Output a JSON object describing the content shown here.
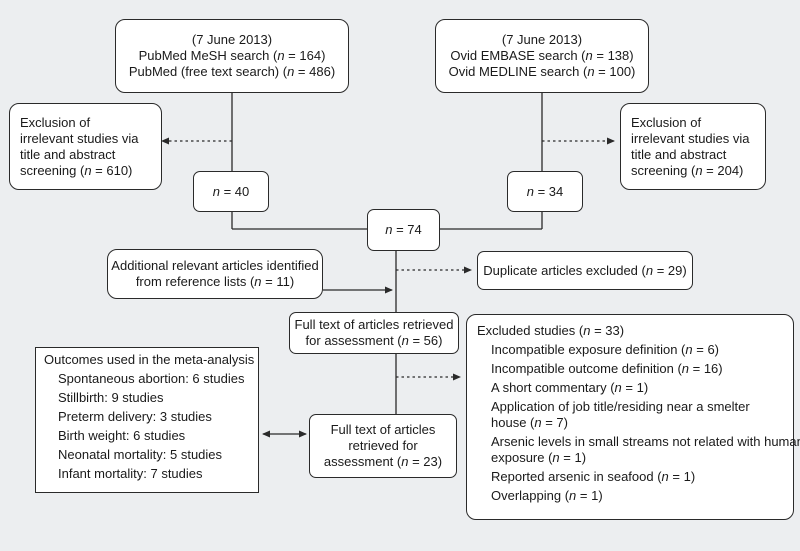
{
  "nodes": {
    "pubmed": {
      "date": "(7 June 2013)",
      "line1": {
        "pre": "PubMed MeSH search (",
        "n": "n",
        "post": " = 164)"
      },
      "line2": {
        "pre": "PubMed (free text search) (",
        "n": "n",
        "post": " = 486)"
      }
    },
    "ovid": {
      "date": "(7 June 2013)",
      "line1": {
        "pre": "Ovid EMBASE search (",
        "n": "n",
        "post": " = 138)"
      },
      "line2": {
        "pre": "Ovid MEDLINE search (",
        "n": "n",
        "post": " = 100)"
      }
    },
    "excl_left": {
      "l1": "Exclusion of",
      "l2": "irrelevant studies via",
      "l3": "title and abstract",
      "l4": {
        "pre": "screening (",
        "n": "n",
        "post": " = 610)"
      }
    },
    "excl_right": {
      "l1": "Exclusion of",
      "l2": "irrelevant studies via",
      "l3": "title and abstract",
      "l4": {
        "pre": "screening (",
        "n": "n",
        "post": " = 204)"
      }
    },
    "n40": {
      "n": "n",
      "post": " = 40"
    },
    "n34": {
      "n": "n",
      "post": " = 34"
    },
    "n74": {
      "n": "n",
      "post": " = 74"
    },
    "additional": {
      "l1": "Additional relevant articles identified",
      "l2": {
        "pre": "from reference lists (",
        "n": "n",
        "post": " = 11)"
      }
    },
    "duplicates": {
      "pre": "Duplicate articles excluded (",
      "n": "n",
      "post": " = 29)"
    },
    "fulltext56": {
      "l1": "Full text of articles retrieved",
      "l2": {
        "pre": "for assessment (",
        "n": "n",
        "post": " = 56)"
      }
    },
    "excluded": {
      "title": {
        "pre": "Excluded studies (",
        "n": "n",
        "post": " = 33)"
      },
      "items": [
        {
          "pre": "Incompatible exposure definition (",
          "n": "n",
          "post": " = 6)"
        },
        {
          "pre": "Incompatible outcome definition (",
          "n": "n",
          "post": " = 16)"
        },
        {
          "pre": "A short commentary (",
          "n": "n",
          "post": " = 1)"
        },
        {
          "pre": "Application of job title/residing near a smelter",
          "n": "",
          "post": ""
        },
        {
          "pre": "house (",
          "n": "n",
          "post": " = 7)"
        },
        {
          "pre": "Arsenic levels in small streams not related with human",
          "n": "",
          "post": ""
        },
        {
          "pre": "exposure (",
          "n": "n",
          "post": " = 1)"
        },
        {
          "pre": "Reported arsenic in seafood (",
          "n": "n",
          "post": " = 1)"
        },
        {
          "pre": "Overlapping (",
          "n": "n",
          "post": " = 1)"
        }
      ]
    },
    "fulltext23": {
      "l1": "Full text of articles",
      "l2": "retrieved for",
      "l3": {
        "pre": "assessment (",
        "n": "n",
        "post": " = 23)"
      }
    },
    "outcomes": {
      "title": "Outcomes used in the meta-analysis",
      "items": [
        "Spontaneous abortion: 6 studies",
        "Stillbirth: 9 studies",
        "Preterm delivery: 3 studies",
        "Birth weight: 6 studies",
        "Neonatal mortality: 5 studies",
        "Infant mortality: 7 studies"
      ]
    }
  },
  "colors": {
    "line": "#2a2a2a",
    "box_fill": "#ffffff",
    "background": "#eceef0"
  }
}
